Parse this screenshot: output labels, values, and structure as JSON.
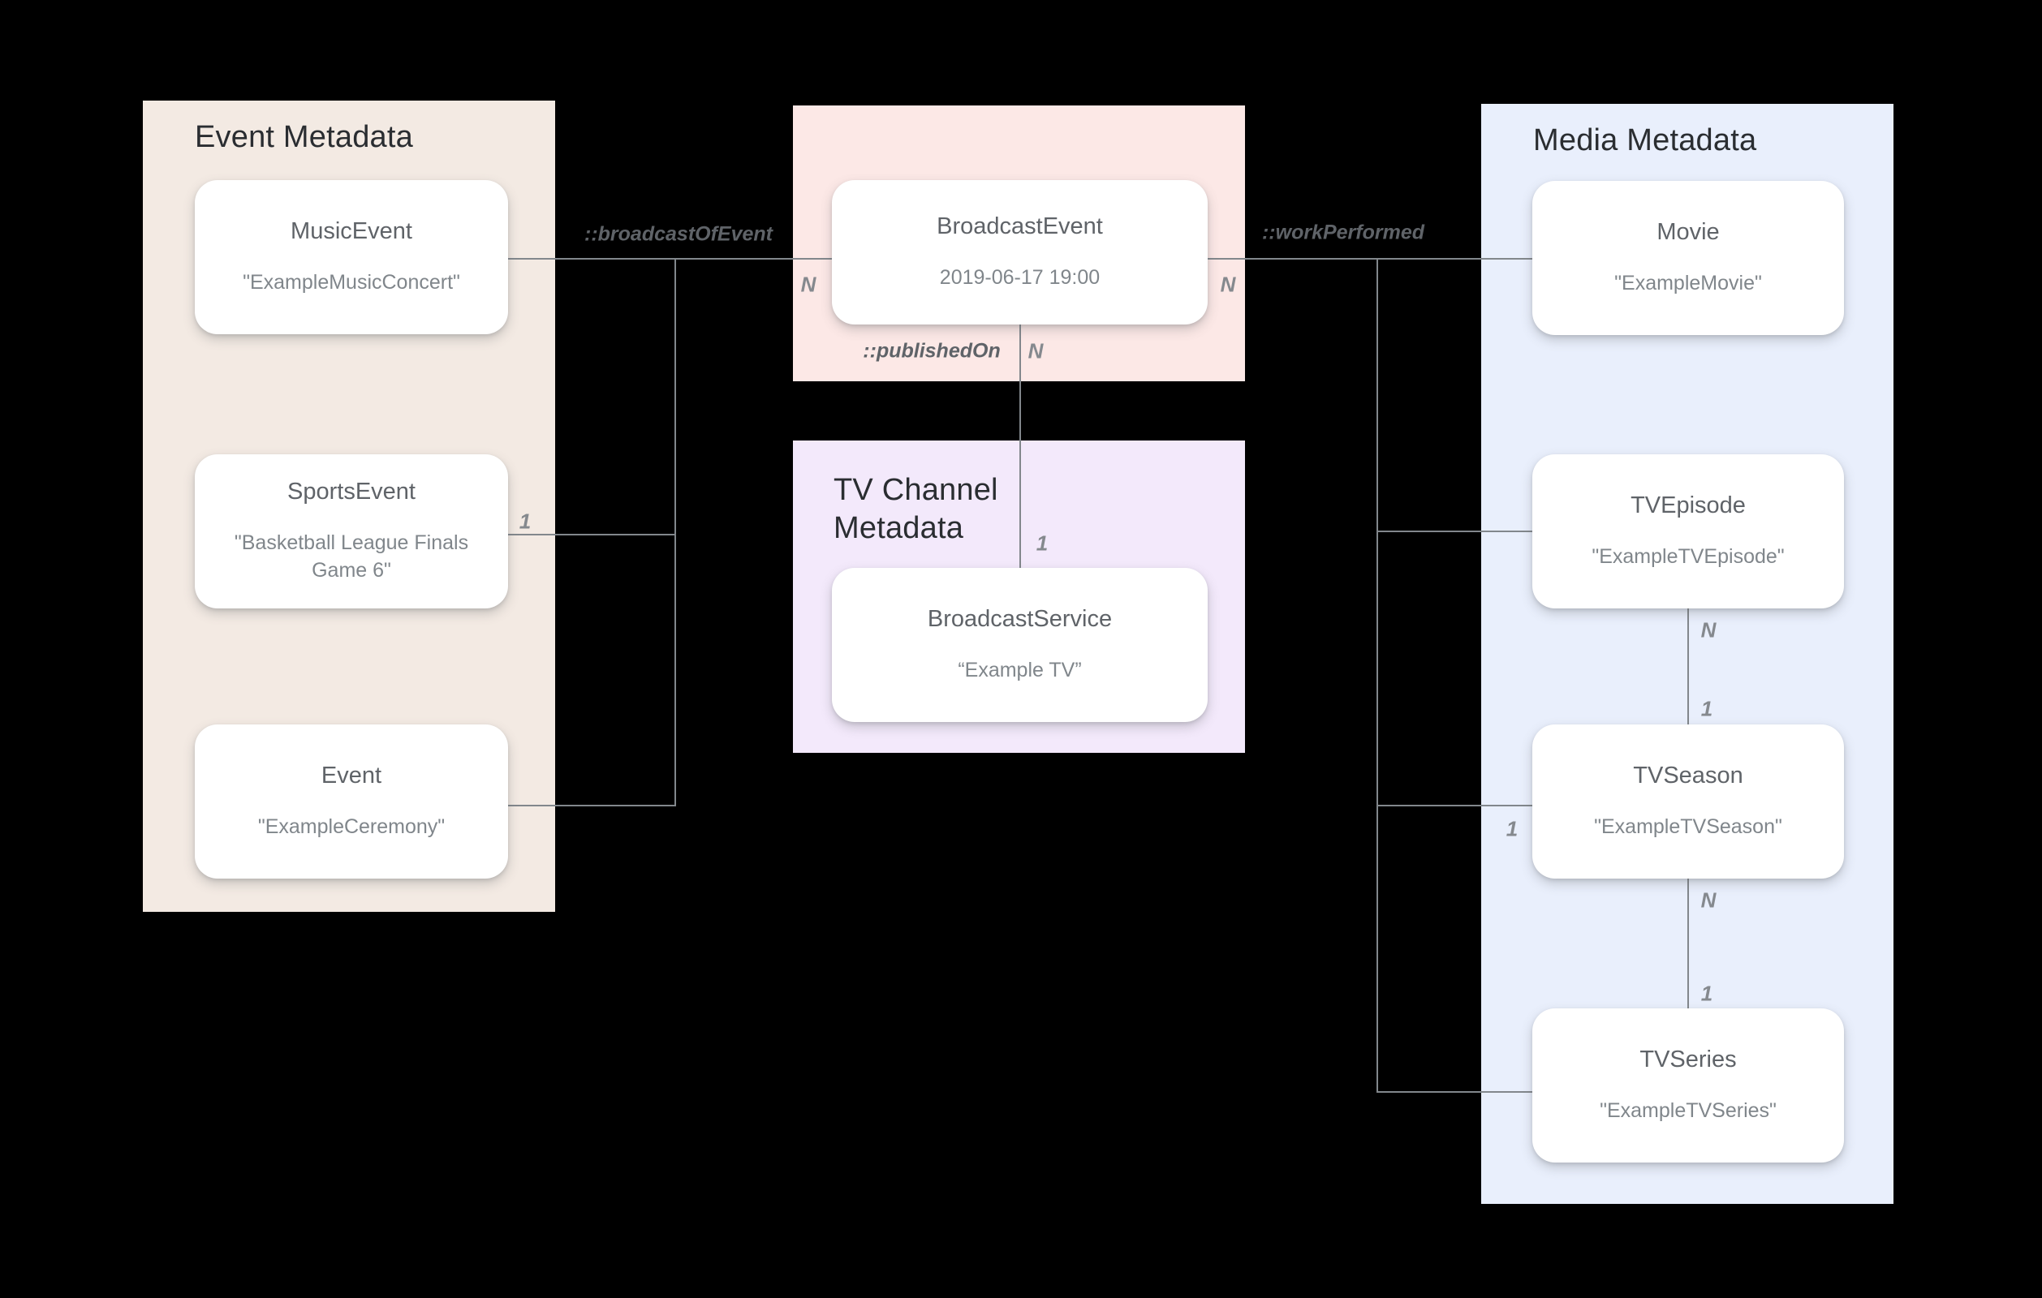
{
  "colors": {
    "background": "#000000",
    "event_panel": "#F3EAE3",
    "broadcast_panel": "#FCE8E6",
    "tv_channel_panel": "#F3E9FB",
    "media_panel": "#E9EFFC",
    "node_card": "#FFFFFF",
    "panel_title_text": "#2A2D31",
    "node_title_text": "#5F6368",
    "node_value_text": "#80868B",
    "connector_line": "#82878C",
    "relationship_label_text": "#5F6368",
    "cardinality_text": "#85898E"
  },
  "panels": {
    "event": {
      "title": "Event Metadata"
    },
    "tv_channel": {
      "title": "TV Channel Metadata"
    },
    "media": {
      "title": "Media Metadata"
    }
  },
  "nodes": {
    "music_event": {
      "title": "MusicEvent",
      "value": "\"ExampleMusicConcert\""
    },
    "sports_event": {
      "title": "SportsEvent",
      "value": "\"Basketball League Finals Game 6\""
    },
    "event": {
      "title": "Event",
      "value": "\"ExampleCeremony\""
    },
    "broadcast_event": {
      "title": "BroadcastEvent",
      "value": "2019-06-17 19:00"
    },
    "broadcast_service": {
      "title": "BroadcastService",
      "value": "“Example TV”"
    },
    "movie": {
      "title": "Movie",
      "value": "\"ExampleMovie\""
    },
    "tv_episode": {
      "title": "TVEpisode",
      "value": "\"ExampleTVEpisode\""
    },
    "tv_season": {
      "title": "TVSeason",
      "value": "\"ExampleTVSeason\""
    },
    "tv_series": {
      "title": "TVSeries",
      "value": "\"ExampleTVSeries\""
    }
  },
  "relationships": {
    "broadcast_of_event": "::broadcastOfEvent",
    "work_performed": "::workPerformed",
    "published_on": "::publishedOn"
  },
  "cardinalities": {
    "broadcast_event_left_n": "N",
    "broadcast_event_right_n": "N",
    "published_on_n": "N",
    "published_on_one": "1",
    "sports_event_one": "1",
    "tv_episode_n": "N",
    "tv_season_top_one": "1",
    "tv_season_bottom_n": "N",
    "tv_series_top_one": "1",
    "tv_season_left_one": "1"
  }
}
